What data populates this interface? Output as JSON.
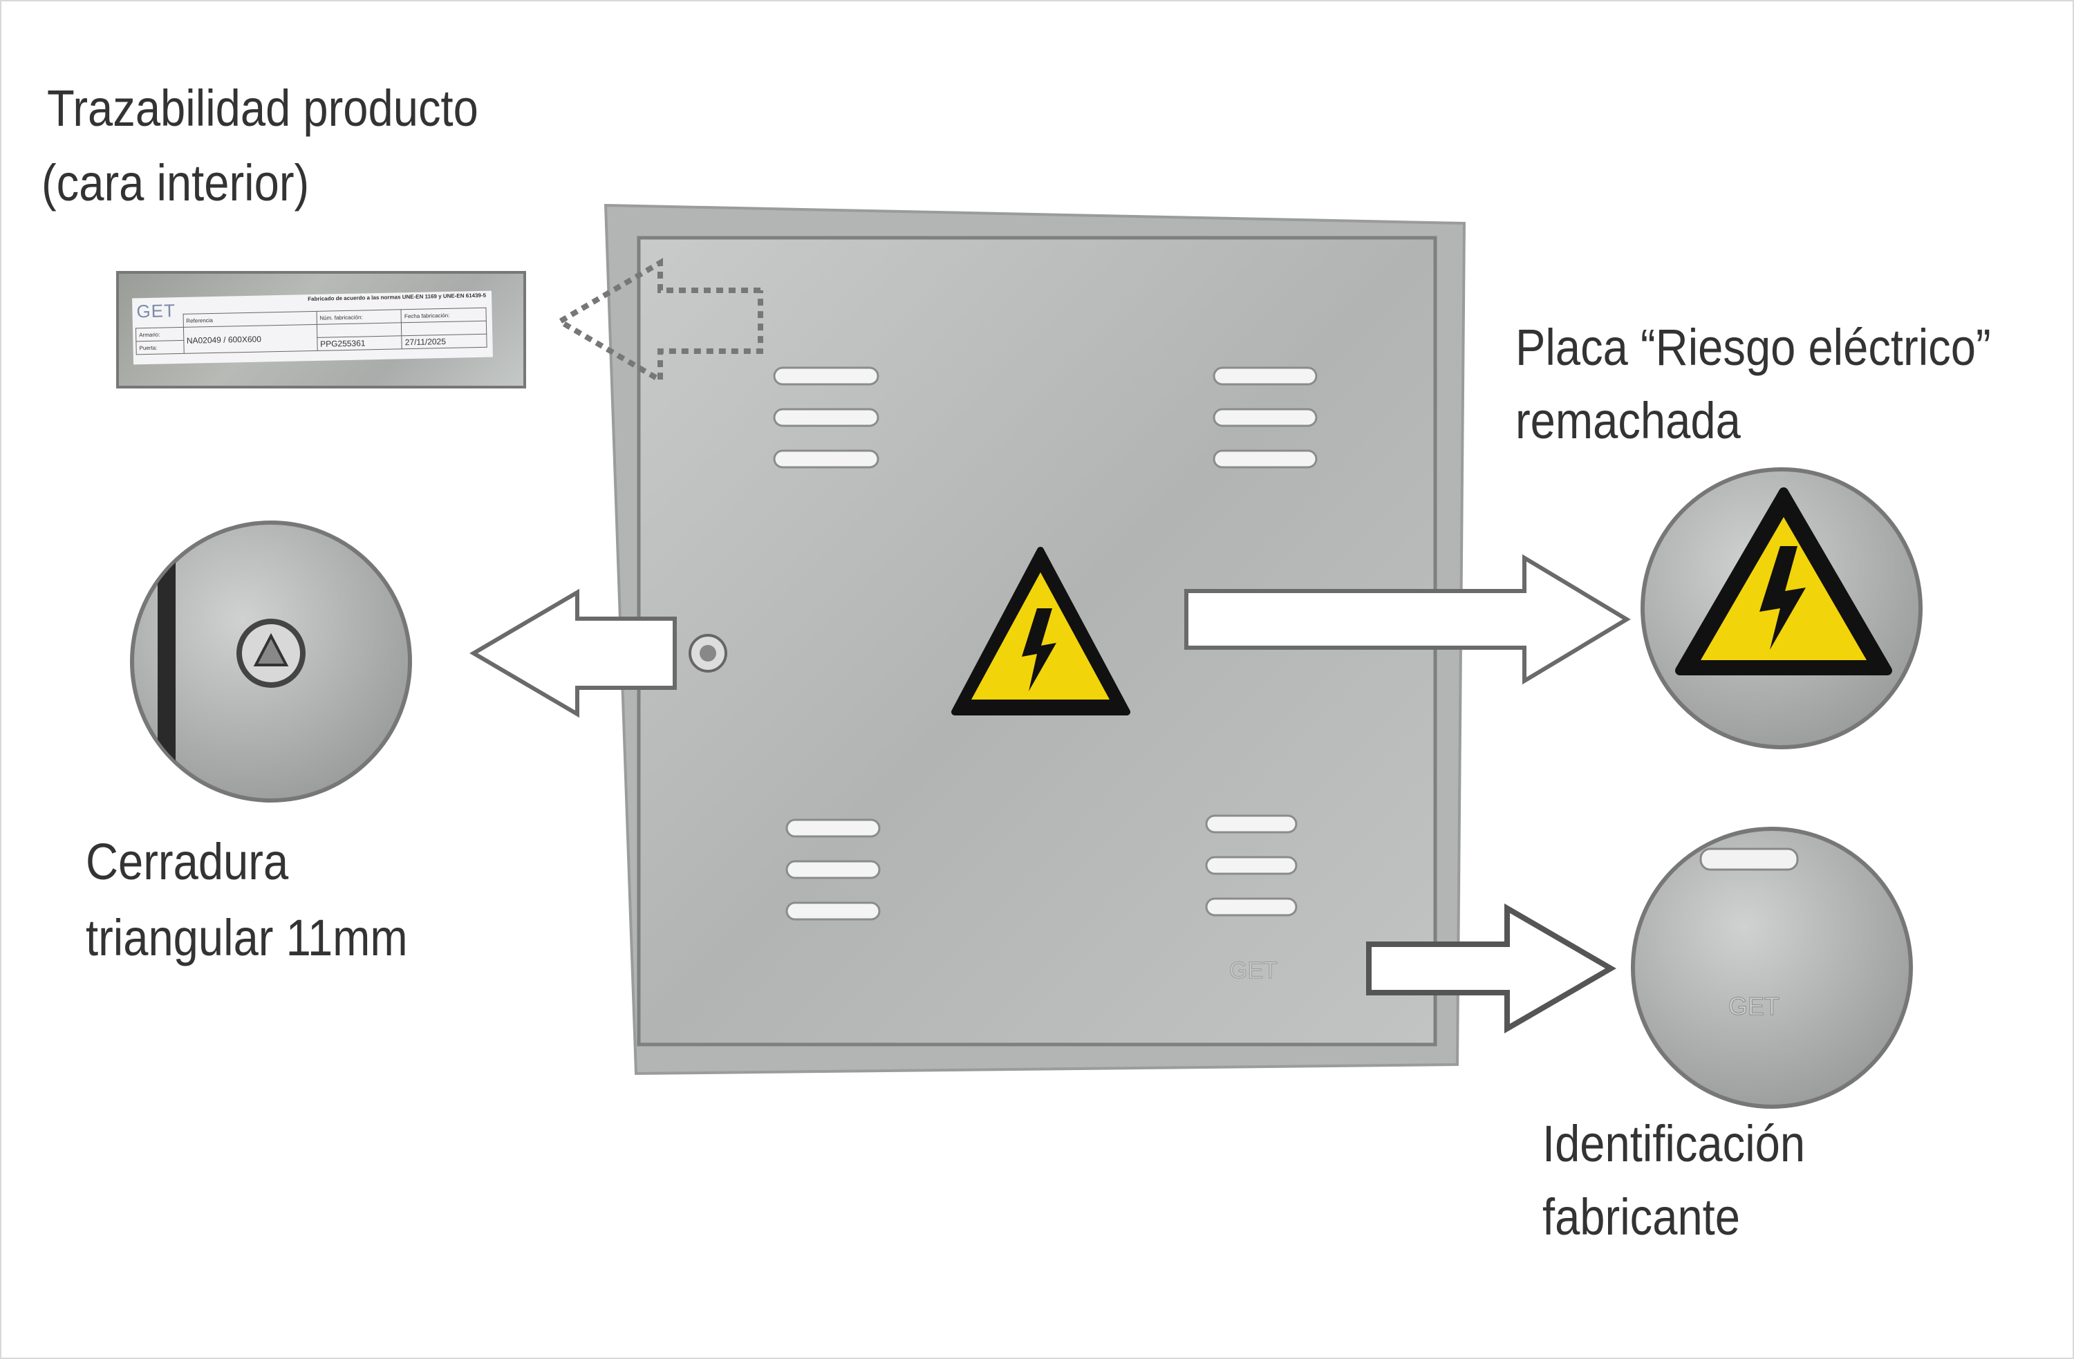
{
  "captions": {
    "traceability": [
      "Trazabilidad producto",
      "(cara interior)"
    ],
    "lock": [
      "Cerradura",
      "triangular 11mm"
    ],
    "plate": [
      "Placa “Riesgo eléctrico”",
      "remachada"
    ],
    "manufacturer": [
      "Identificación",
      "fabricante"
    ]
  },
  "label": {
    "brand": "GET",
    "norms": "Fabricado de acuerdo a las normas UNE-EN 1169 y UNE-EN 61439-5",
    "headers": [
      "Referencia",
      "Núm. fabricación:",
      "Fecha fabricación:"
    ],
    "rows": [
      "Armario:",
      "Puerta:"
    ],
    "reference": "NA02049 / 600X600",
    "serial": "PPG255361",
    "date": "27/11/2025"
  },
  "cabinet": {
    "brand_mark": "GET"
  },
  "colors": {
    "warning_yellow": "#f2d40a",
    "arrow_gray": "#6a6a6a",
    "metal": "#b7b9b9"
  }
}
